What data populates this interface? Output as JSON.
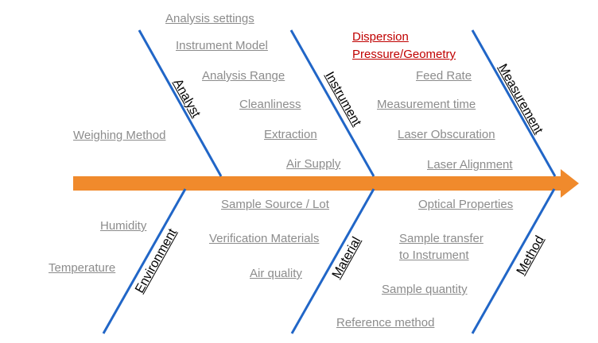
{
  "colors": {
    "spine": "#f08a2c",
    "bone": "#2166c7",
    "cause": "#8c8c8c",
    "highlight": "#c00000",
    "category": "#000000"
  },
  "categories": {
    "analyst": "Analyst",
    "instrument": "Instrument",
    "measurement": "Measurement",
    "environment": "Environment",
    "material": "Material",
    "method": "Method"
  },
  "causes": {
    "analysis_settings": "Analysis settings",
    "instrument_model": "Instrument Model",
    "analysis_range": "Analysis Range",
    "cleanliness": "Cleanliness",
    "weighing_method": "Weighing Method",
    "extraction": "Extraction",
    "air_supply": "Air Supply",
    "dispersion_1": "Dispersion",
    "dispersion_2": "Pressure/Geometry",
    "feed_rate": "Feed Rate",
    "measurement_time": "Measurement time",
    "laser_obscuration": "Laser Obscuration",
    "laser_alignment": "Laser Alignment",
    "sample_source": "Sample Source / Lot",
    "optical_properties": "Optical Properties",
    "humidity": "Humidity",
    "verification_materials": "Verification Materials",
    "sample_transfer_1": "Sample transfer",
    "sample_transfer_2": "to Instrument",
    "temperature": "Temperature",
    "air_quality": "Air quality",
    "sample_quantity": "Sample quantity",
    "reference_method": "Reference method"
  }
}
